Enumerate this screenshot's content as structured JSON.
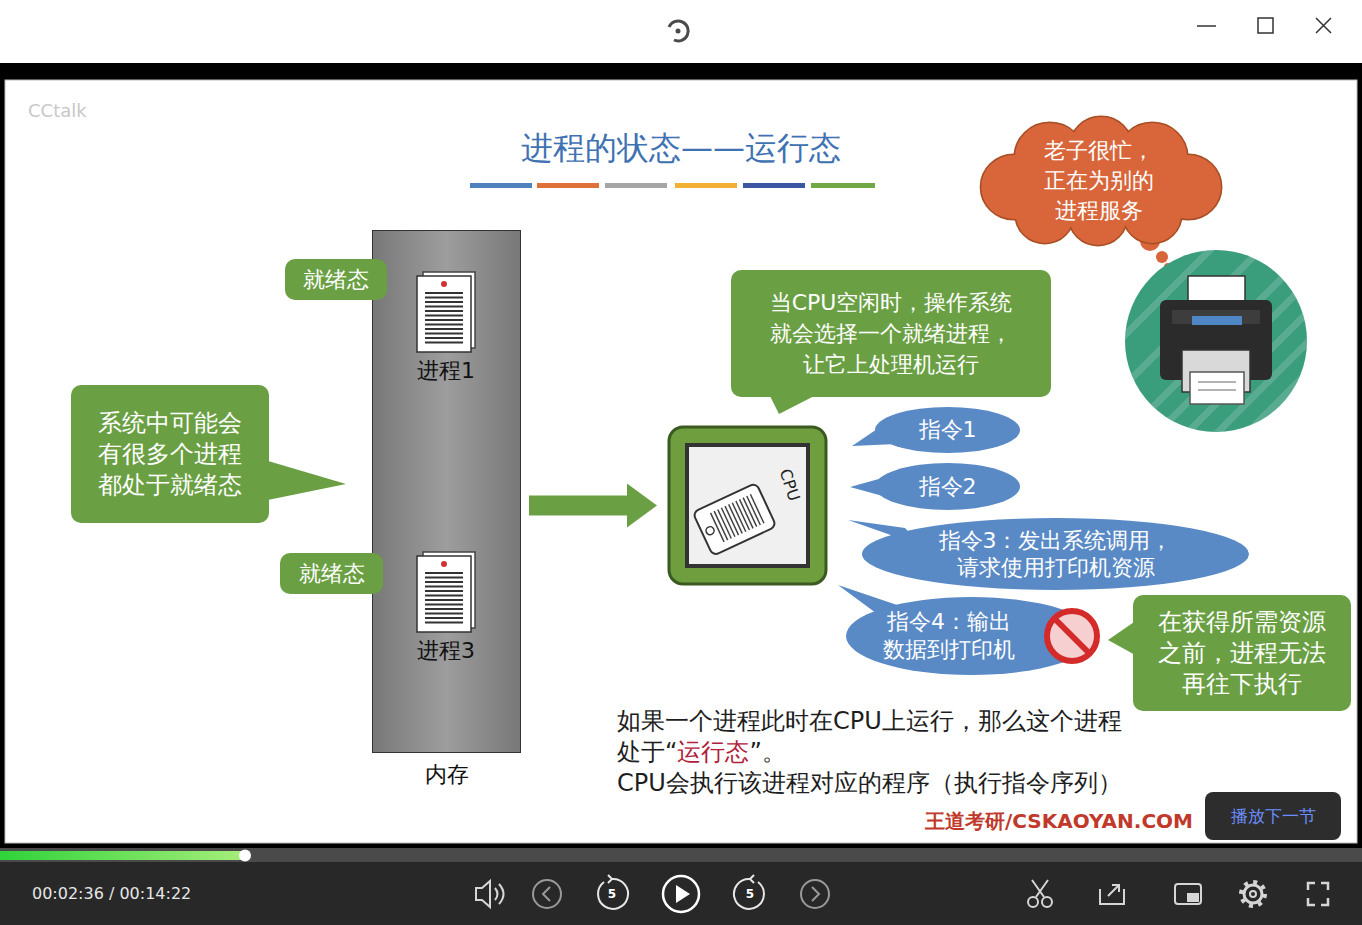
{
  "diagram": {
    "title": "进程的状态——运行态",
    "nodes": [
      {
        "text": [
          "内存"
        ]
      },
      {
        "text": [
          "进程1"
        ],
        "in": 0
      },
      {
        "text": [
          "进程3"
        ],
        "in": 0
      },
      {
        "text": [
          "就绪态"
        ]
      },
      {
        "text": [
          "就绪态"
        ]
      },
      {
        "text": [
          "系统中可能会 有很多个进程 都处于就绪态"
        ]
      },
      {
        "text": [
          "当CPU空闲时，操作系统 就会选择一个就绪进程， 让它上处理机运行"
        ]
      },
      {
        "text": [
          "CPU"
        ]
      },
      {
        "text": [
          "指令1"
        ]
      },
      {
        "text": [
          "指令2"
        ]
      },
      {
        "text": [
          "指令3：发出系统调用， 请求使用打印机资源"
        ]
      },
      {
        "text": [
          "指令4：输出 数据到打印机"
        ]
      },
      {
        "text": [
          "在获得所需资源 之前，进程无法 再往下执行"
        ]
      },
      {
        "text": [
          "老子很忙， 正在为别的 进程服务"
        ]
      },
      {
        "text": [
          "播放下一节"
        ]
      }
    ],
    "edges": [
      {
        "from": 0,
        "to": 7,
        "arrow": "to"
      }
    ],
    "labels": [
      "CCtalk",
      "如果一个进程此时在CPU上运行，那么这个进程 处于“",
      "运行态",
      "”。",
      "CPU会执行该进程对应的程序（执行指令序列）",
      "王道考研/CSKAOYAN.COM",
      "00:02:36 / 00:14:22",
      "5",
      "5"
    ]
  }
}
